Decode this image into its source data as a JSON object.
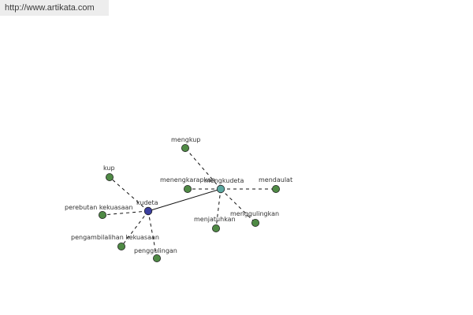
{
  "site_url": "http://www.artikata.com",
  "colors": {
    "root_node": "#3b3fa0",
    "hub_node": "#5aa7a0",
    "leaf_node": "#4f8a45",
    "banner_bg": "#ededed",
    "edge": "#111111"
  },
  "graph": {
    "nodes": [
      {
        "id": "kudeta",
        "label": "kudeta",
        "role": "root"
      },
      {
        "id": "mengkudeta",
        "label": "mengkudeta",
        "role": "hub"
      },
      {
        "id": "kup",
        "label": "kup",
        "role": "leaf"
      },
      {
        "id": "perebutan",
        "label": "perebutan kekuasaan",
        "role": "leaf"
      },
      {
        "id": "pengambilalihan",
        "label": "pengambilalihan kekuasaan",
        "role": "leaf"
      },
      {
        "id": "penggulingan",
        "label": "penggulingan",
        "role": "leaf"
      },
      {
        "id": "mengkup",
        "label": "mengkup",
        "role": "leaf"
      },
      {
        "id": "menengkarapkan",
        "label": "menengkarapkan",
        "role": "leaf"
      },
      {
        "id": "mendaulat",
        "label": "mendaulat",
        "role": "leaf"
      },
      {
        "id": "menggulingkan",
        "label": "menggulingkan",
        "role": "leaf"
      },
      {
        "id": "menjatuhkan",
        "label": "menjatuhkan",
        "role": "leaf"
      }
    ],
    "edges": [
      {
        "from": "kudeta",
        "to": "mengkudeta",
        "style": "solid"
      },
      {
        "from": "kudeta",
        "to": "kup",
        "style": "dashed"
      },
      {
        "from": "kudeta",
        "to": "perebutan",
        "style": "dashed"
      },
      {
        "from": "kudeta",
        "to": "pengambilalihan",
        "style": "dashed"
      },
      {
        "from": "kudeta",
        "to": "penggulingan",
        "style": "dashed"
      },
      {
        "from": "mengkudeta",
        "to": "mengkup",
        "style": "dashed"
      },
      {
        "from": "mengkudeta",
        "to": "menengkarapkan",
        "style": "dashed"
      },
      {
        "from": "mengkudeta",
        "to": "mendaulat",
        "style": "dashed"
      },
      {
        "from": "mengkudeta",
        "to": "menggulingkan",
        "style": "dashed"
      },
      {
        "from": "mengkudeta",
        "to": "menjatuhkan",
        "style": "dashed"
      }
    ]
  }
}
